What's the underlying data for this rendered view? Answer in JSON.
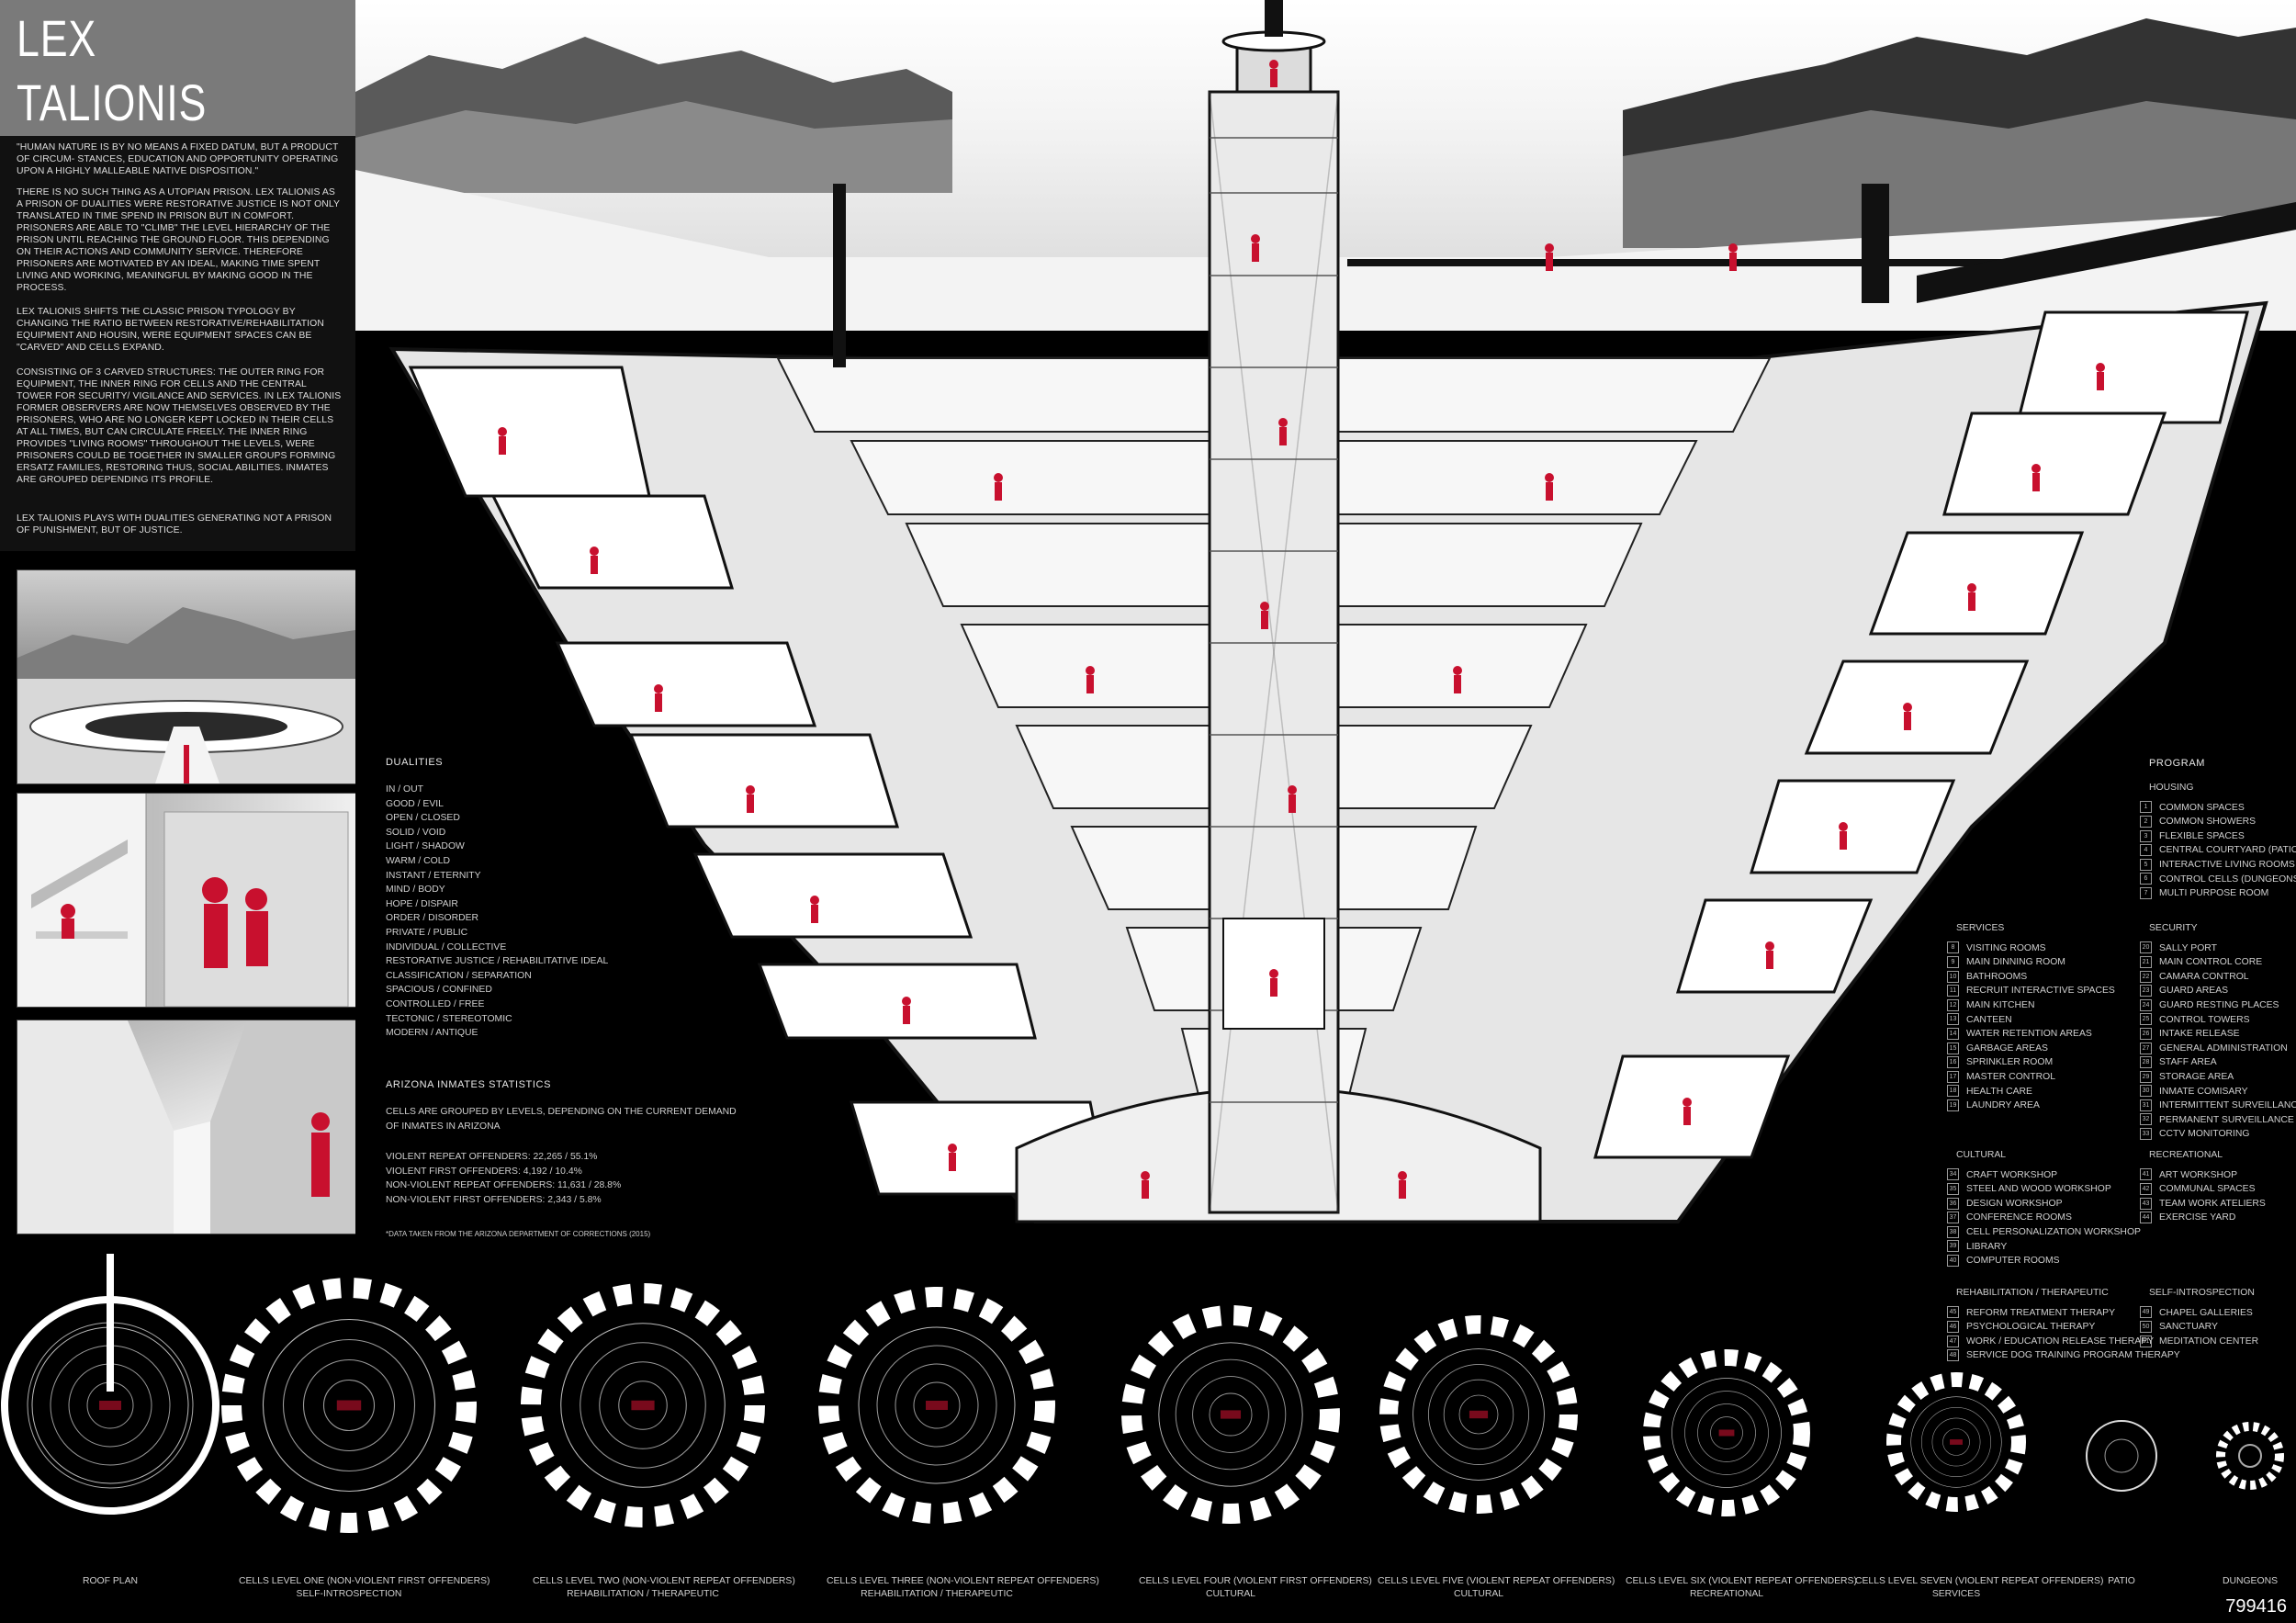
{
  "title": {
    "line1": "LEX",
    "line2": "TALIONIS"
  },
  "quote": "\"HUMAN NATURE IS BY NO MEANS A FIXED DATUM, BUT A PRODUCT OF CIRCUM- STANCES, EDUCATION AND OPPORTUNITY OPERATING UPON A HIGHLY MALLEABLE NATIVE DISPOSITION.\"",
  "paragraphs": [
    "THERE IS NO SUCH THING AS A UTOPIAN PRISON. LEX TALIONIS AS A PRISON OF DUALITIES WERE RESTORATIVE JUSTICE IS NOT ONLY TRANSLATED IN TIME SPEND IN PRISON BUT IN COMFORT. PRISONERS ARE ABLE TO \"CLIMB\" THE LEVEL HIERARCHY OF THE PRISON UNTIL REACHING THE GROUND FLOOR. THIS DEPENDING ON THEIR ACTIONS AND COMMUNITY SERVICE. THEREFORE PRISONERS ARE MOTIVATED BY AN IDEAL, MAKING TIME SPENT LIVING AND WORKING, MEANINGFUL BY MAKING GOOD IN THE PROCESS.",
    "LEX TALIONIS SHIFTS THE CLASSIC PRISON TYPOLOGY BY CHANGING THE RATIO BETWEEN RESTORATIVE/REHABILITATION EQUIPMENT AND HOUSIN, WERE EQUIPMENT SPACES CAN BE \"CARVED\" AND CELLS EXPAND.",
    "CONSISTING OF 3 CARVED STRUCTURES: THE OUTER RING FOR EQUIPMENT, THE INNER RING FOR CELLS AND THE CENTRAL TOWER FOR SECURITY/ VIGILANCE AND SERVICES. IN LEX TALIONIS FORMER OBSERVERS ARE NOW THEMSELVES OBSERVED BY THE PRISONERS, WHO ARE NO LONGER KEPT LOCKED IN THEIR CELLS AT ALL TIMES, BUT CAN CIRCULATE FREELY. THE INNER RING PROVIDES \"LIVING ROOMS\" THROUGHOUT THE LEVELS, WERE PRISONERS COULD BE TOGETHER IN SMALLER GROUPS FORMING ERSATZ FAMILIES, RESTORING THUS, SOCIAL ABILITIES. INMATES ARE GROUPED DEPENDING ITS PROFILE.",
    "LEX TALIONIS PLAYS WITH DUALITIES GENERATING NOT A PRISON OF PUNISHMENT, BUT OF JUSTICE."
  ],
  "dualities": {
    "heading": "DUALITIES",
    "items": [
      "IN / OUT",
      "GOOD / EVIL",
      "OPEN / CLOSED",
      "SOLID / VOID",
      "LIGHT / SHADOW",
      "WARM / COLD",
      "INSTANT / ETERNITY",
      "MIND / BODY",
      "HOPE / DISPAIR",
      "ORDER / DISORDER",
      "PRIVATE / PUBLIC",
      "INDIVIDUAL / COLLECTIVE",
      "RESTORATIVE JUSTICE / REHABILITATIVE IDEAL",
      "CLASSIFICATION / SEPARATION",
      "SPACIOUS / CONFINED",
      "CONTROLLED / FREE",
      "TECTONIC / STEREOTOMIC",
      "MODERN / ANTIQUE"
    ]
  },
  "stats": {
    "heading": "ARIZONA INMATES STATISTICS",
    "intro": "CELLS ARE GROUPED BY LEVELS, DEPENDING ON THE CURRENT DEMAND OF INMATES IN ARIZONA",
    "items": [
      "VIOLENT REPEAT OFFENDERS: 22,265 / 55.1%",
      "VIOLENT FIRST OFFENDERS: 4,192 / 10.4%",
      "NON-VIOLENT REPEAT OFFENDERS: 11,631 / 28.8%",
      "NON-VIOLENT FIRST OFFENDERS: 2,343 / 5.8%"
    ],
    "source": "*DATA TAKEN FROM THE ARIZONA DEPARTMENT OF CORRECTIONS (2015)"
  },
  "program": {
    "heading": "PROGRAM",
    "housing": {
      "heading": "HOUSING",
      "items": [
        {
          "n": "1",
          "t": "COMMON SPACES"
        },
        {
          "n": "2",
          "t": "COMMON SHOWERS"
        },
        {
          "n": "3",
          "t": "FLEXIBLE SPACES"
        },
        {
          "n": "4",
          "t": "CENTRAL COURTYARD (PATIO)"
        },
        {
          "n": "5",
          "t": "INTERACTIVE LIVING ROOMS"
        },
        {
          "n": "6",
          "t": "CONTROL CELLS (DUNGEONS)"
        },
        {
          "n": "7",
          "t": "MULTI PURPOSE ROOM"
        }
      ]
    },
    "services": {
      "heading": "SERVICES",
      "items": [
        {
          "n": "8",
          "t": "VISITING ROOMS"
        },
        {
          "n": "9",
          "t": "MAIN DINNING ROOM"
        },
        {
          "n": "10",
          "t": "BATHROOMS"
        },
        {
          "n": "11",
          "t": "RECRUIT INTERACTIVE SPACES"
        },
        {
          "n": "12",
          "t": "MAIN KITCHEN"
        },
        {
          "n": "13",
          "t": "CANTEEN"
        },
        {
          "n": "14",
          "t": "WATER RETENTION AREAS"
        },
        {
          "n": "15",
          "t": "GARBAGE AREAS"
        },
        {
          "n": "16",
          "t": "SPRINKLER ROOM"
        },
        {
          "n": "17",
          "t": "MASTER CONTROL"
        },
        {
          "n": "18",
          "t": "HEALTH CARE"
        },
        {
          "n": "19",
          "t": "LAUNDRY AREA"
        }
      ]
    },
    "security": {
      "heading": "SECURITY",
      "items": [
        {
          "n": "20",
          "t": "SALLY PORT"
        },
        {
          "n": "21",
          "t": "MAIN CONTROL CORE"
        },
        {
          "n": "22",
          "t": "CAMARA CONTROL"
        },
        {
          "n": "23",
          "t": "GUARD AREAS"
        },
        {
          "n": "24",
          "t": "GUARD RESTING PLACES"
        },
        {
          "n": "25",
          "t": "CONTROL TOWERS"
        },
        {
          "n": "26",
          "t": "INTAKE RELEASE"
        },
        {
          "n": "27",
          "t": "GENERAL ADMINISTRATION"
        },
        {
          "n": "28",
          "t": "STAFF AREA"
        },
        {
          "n": "29",
          "t": "STORAGE AREA"
        },
        {
          "n": "30",
          "t": "INMATE COMISARY"
        },
        {
          "n": "31",
          "t": "INTERMITTENT SURVEILLANCE"
        },
        {
          "n": "32",
          "t": "PERMANENT SURVEILLANCE"
        },
        {
          "n": "33",
          "t": "CCTV MONITORING"
        }
      ]
    },
    "cultural": {
      "heading": "CULTURAL",
      "items": [
        {
          "n": "34",
          "t": "CRAFT WORKSHOP"
        },
        {
          "n": "35",
          "t": "STEEL AND WOOD WORKSHOP"
        },
        {
          "n": "36",
          "t": "DESIGN WORKSHOP"
        },
        {
          "n": "37",
          "t": "CONFERENCE ROOMS"
        },
        {
          "n": "38",
          "t": "CELL PERSONALIZATION WORKSHOP"
        },
        {
          "n": "39",
          "t": "LIBRARY"
        },
        {
          "n": "40",
          "t": "COMPUTER ROOMS"
        }
      ]
    },
    "recreational": {
      "heading": "RECREATIONAL",
      "items": [
        {
          "n": "41",
          "t": "ART WORKSHOP"
        },
        {
          "n": "42",
          "t": "COMMUNAL SPACES"
        },
        {
          "n": "43",
          "t": "TEAM WORK ATELIERS"
        },
        {
          "n": "44",
          "t": "EXERCISE YARD"
        }
      ]
    },
    "rehab": {
      "heading": "REHABILITATION / THERAPEUTIC",
      "items": [
        {
          "n": "45",
          "t": "REFORM TREATMENT THERAPY"
        },
        {
          "n": "46",
          "t": "PSYCHOLOGICAL THERAPY"
        },
        {
          "n": "47",
          "t": "WORK / EDUCATION RELEASE THERAPY"
        },
        {
          "n": "48",
          "t": "SERVICE DOG TRAINING PROGRAM THERAPY"
        }
      ]
    },
    "intro": {
      "heading": "SELF-INTROSPECTION",
      "items": [
        {
          "n": "49",
          "t": "CHAPEL GALLERIES"
        },
        {
          "n": "50",
          "t": "SANCTUARY"
        },
        {
          "n": "51",
          "t": "MEDITATION CENTER"
        }
      ]
    }
  },
  "plans": [
    {
      "l1": "ROOF PLAN",
      "l2": ""
    },
    {
      "l1": "CELLS LEVEL ONE (NON-VIOLENT FIRST OFFENDERS)",
      "l2": "SELF-INTROSPECTION"
    },
    {
      "l1": "CELLS LEVEL TWO (NON-VIOLENT REPEAT OFFENDERS)",
      "l2": "REHABILITATION / THERAPEUTIC"
    },
    {
      "l1": "CELLS LEVEL THREE (NON-VIOLENT REPEAT OFFENDERS)",
      "l2": "REHABILITATION / THERAPEUTIC"
    },
    {
      "l1": "CELLS LEVEL FOUR (VIOLENT FIRST OFFENDERS)",
      "l2": "CULTURAL"
    },
    {
      "l1": "CELLS LEVEL FIVE (VIOLENT REPEAT OFFENDERS)",
      "l2": "CULTURAL"
    },
    {
      "l1": "CELLS LEVEL SIX (VIOLENT REPEAT OFFENDERS)",
      "l2": "RECREATIONAL"
    },
    {
      "l1": "CELLS LEVEL SEVEN (VIOLENT REPEAT OFFENDERS)",
      "l2": "SERVICES"
    },
    {
      "l1": "PATIO",
      "l2": ""
    },
    {
      "l1": "DUNGEONS",
      "l2": ""
    }
  ],
  "entry_id": "799416",
  "accent_color": "#c8102e"
}
